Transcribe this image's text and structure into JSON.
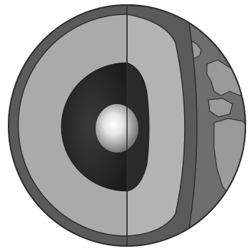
{
  "figure": {
    "subject": "earth-interior-cutaway",
    "layers": [
      {
        "name": "crust",
        "color": "#5e5e5e"
      },
      {
        "name": "mantle",
        "color": "#a9a9a9"
      },
      {
        "name": "outer-core",
        "color": "#262626"
      },
      {
        "name": "inner-core",
        "color": "#f2f2f2"
      }
    ],
    "surface": {
      "ocean_color": "#707070",
      "land_color": "#9a9a9a",
      "outline_color": "#2f2f2f"
    }
  }
}
